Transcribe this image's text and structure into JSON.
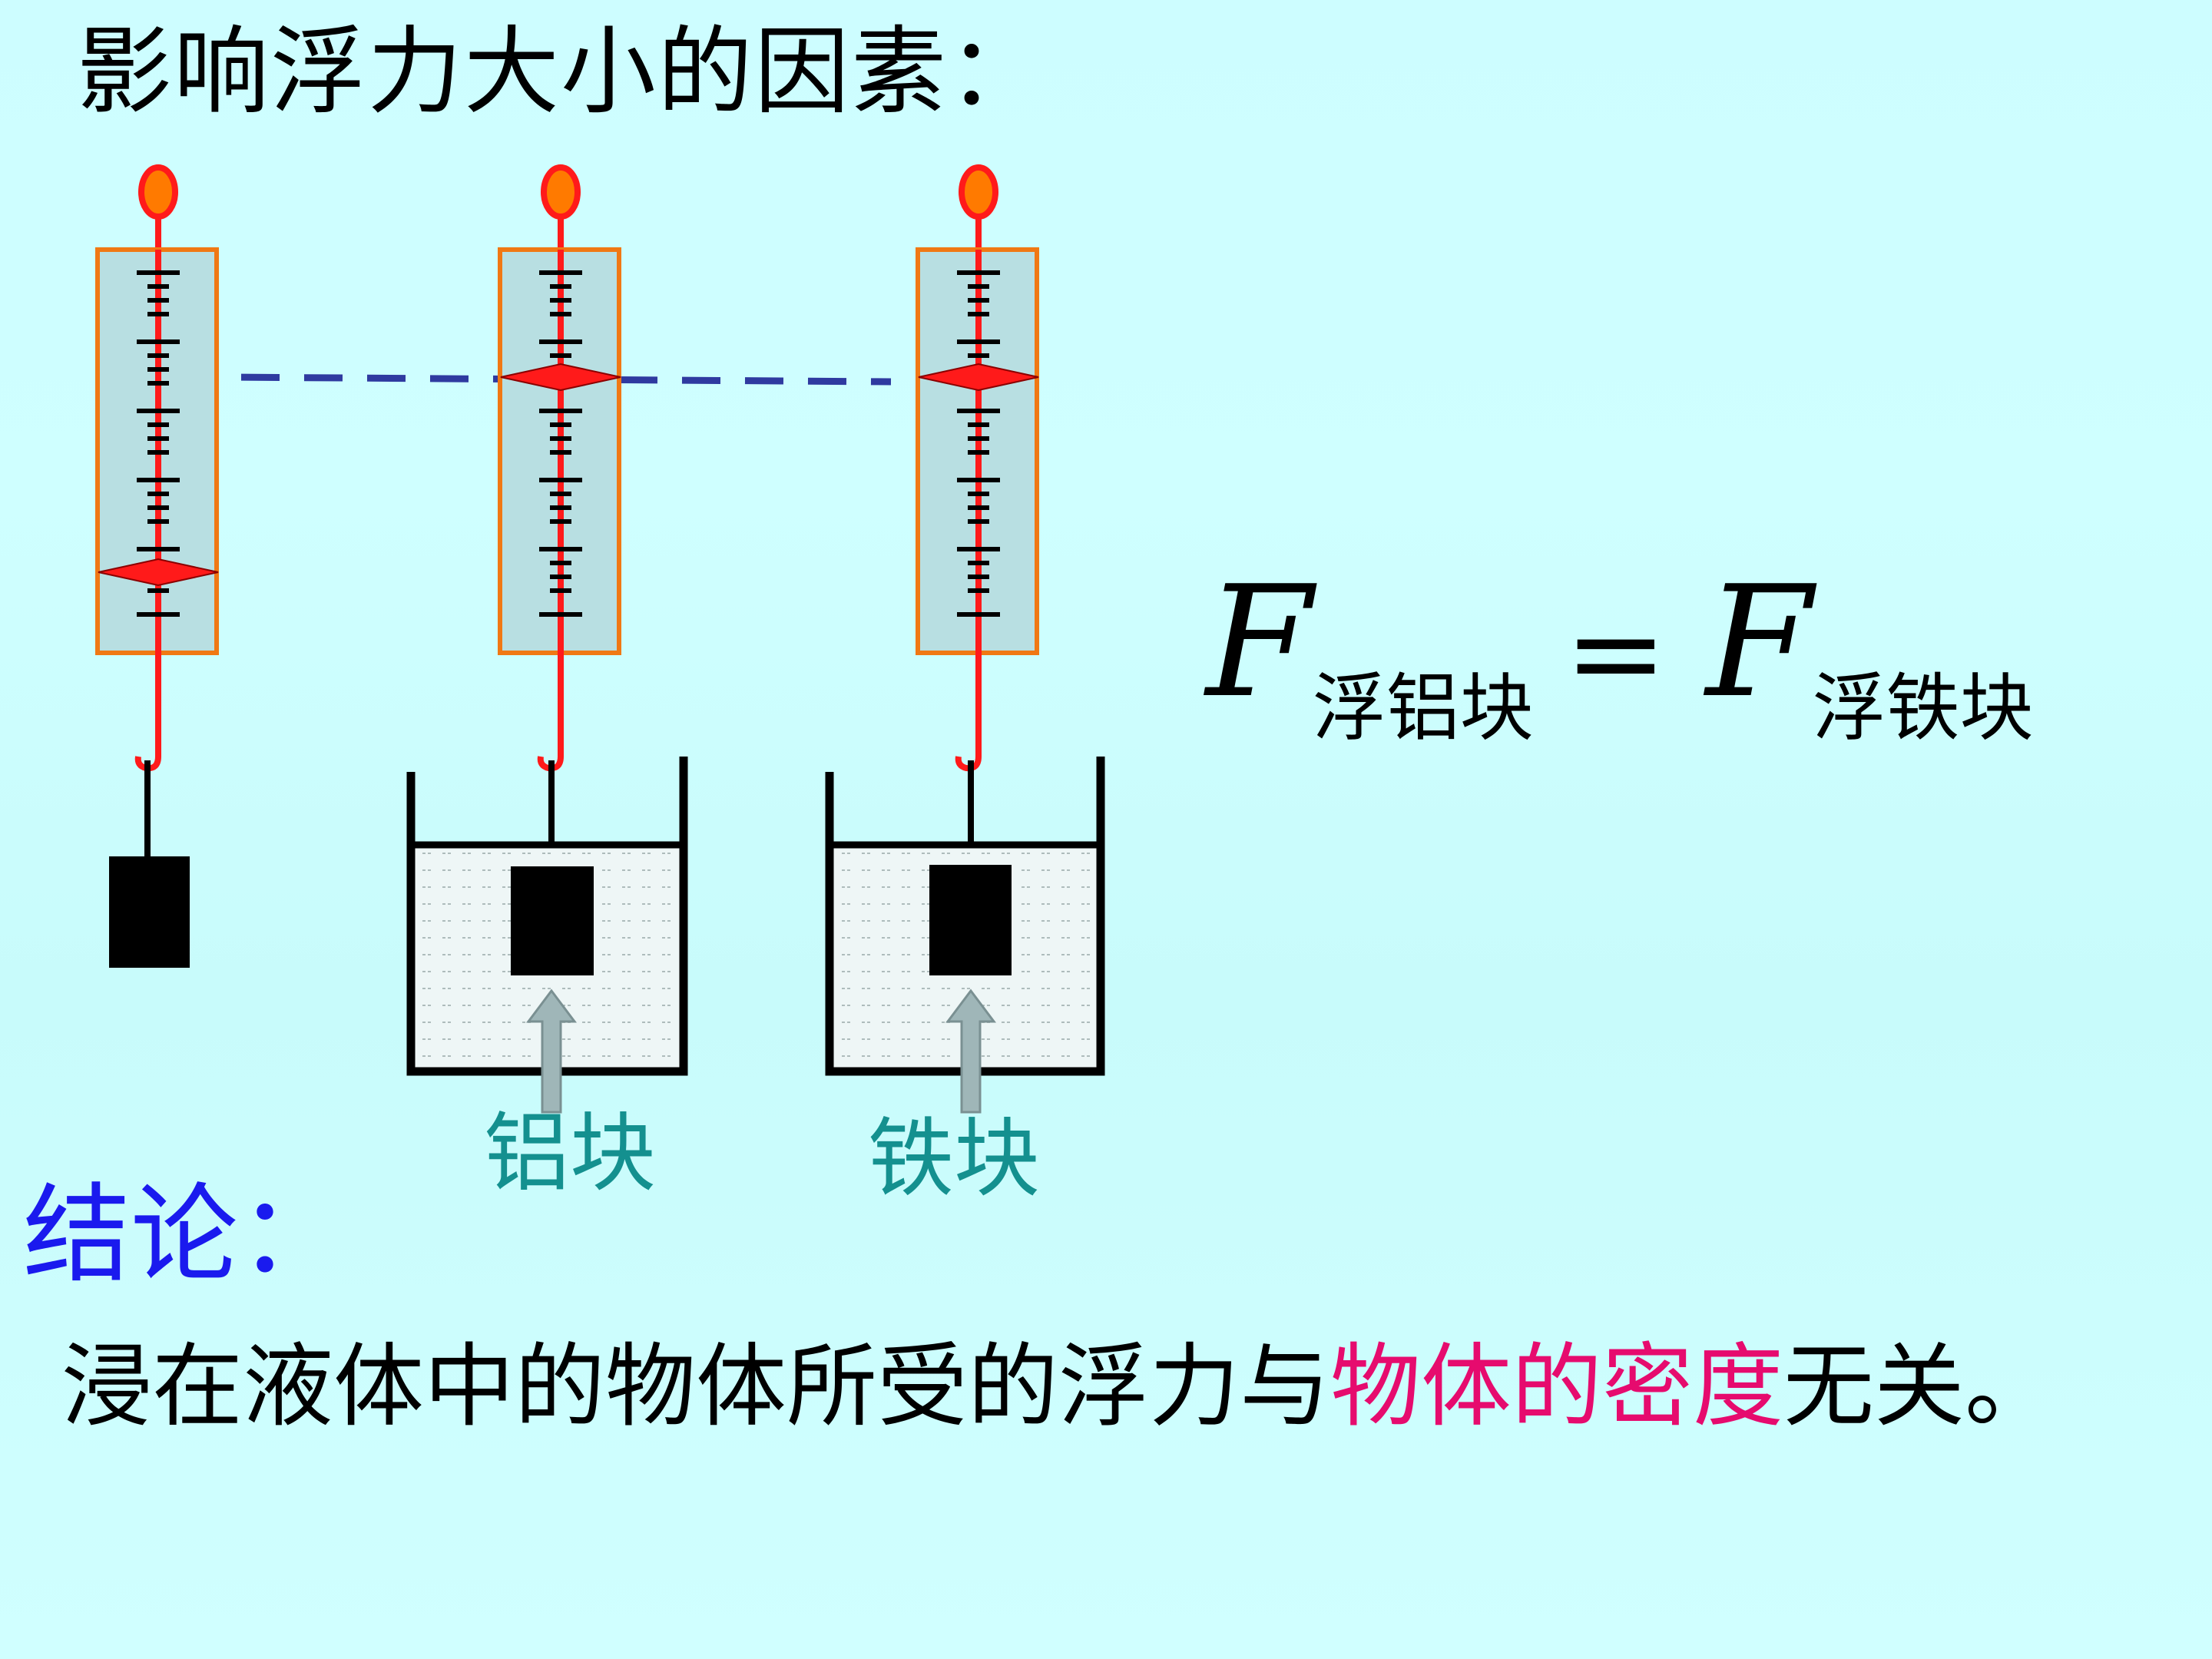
{
  "title": "影响浮力大小的因素：",
  "formula": {
    "left_symbol": "F",
    "left_subscript": "浮铝块",
    "equals": "=",
    "right_symbol": "F",
    "right_subscript": "浮铁块"
  },
  "labels": {
    "aluminum": "铝块",
    "iron": "铁块"
  },
  "conclusion": {
    "heading": "结论：",
    "text_before": "浸在液体中的物体所受的浮力与",
    "highlight": "物体的密度",
    "text_after": "无关。"
  },
  "colors": {
    "background": "#cdfdff",
    "spring_scale_frame": "#f07814",
    "spring_scale_fill": "#b8dfe2",
    "spring": "#ff0000",
    "pointer": "#ff1a1a",
    "dashed_line": "#2f3aa0",
    "label_teal": "#14908f",
    "conclusion_blue": "#1a1aee",
    "highlight_pink": "#e60b6e",
    "arrow_gray": "#9fb6b8"
  },
  "icons": [
    "spring-scale-icon",
    "beaker-icon",
    "block-icon",
    "up-arrow-icon"
  ]
}
